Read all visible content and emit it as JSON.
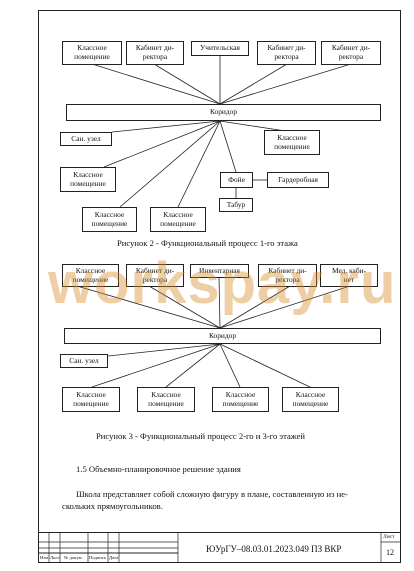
{
  "figure1": {
    "top_boxes": [
      "Классное\nпомещение",
      "Кабинет ди-\nректора",
      "Учительская",
      "Кабинет ди-\nректора",
      "Кабинет ди-\nректора"
    ],
    "corridor": "Коридор",
    "san": "Сан. узел",
    "classroom": "Классное\nпомещение",
    "foyer": "Фойе",
    "wardrobe": "Гардеробная",
    "tabur": "Табур",
    "caption": "Рисунок 2 - Функциональный процесс 1-го этажа"
  },
  "figure2": {
    "top_boxes": [
      "Классное\nпомещение",
      "Кабинет ди-\nректора",
      "Инвентарная",
      "Кабинет ди-\nректора",
      "Мед. каби-\nнет"
    ],
    "corridor": "Коридор",
    "san": "Сан. узел",
    "classroom": "Классное\nпомещение",
    "caption": "Рисунок 3 - Функциональный процесс 2-го и 3-го этажей"
  },
  "section_heading": "1.5 Объемно-планировочное решение здания",
  "paragraph_line1": "Школа  представляет собой сложную фигуру в плане, составленную из не-",
  "paragraph_line2": "скольких прямоугольников.",
  "watermark": "workspay.ru",
  "stamp": {
    "labels": [
      "Изм.",
      "Лист",
      "№ докум.",
      "Подпись",
      "Дата"
    ],
    "doc_code": "ЮУрГУ–08.03.01.2023.049 ПЗ ВКР",
    "sheet_label": "Лист",
    "sheet_number": "12"
  }
}
